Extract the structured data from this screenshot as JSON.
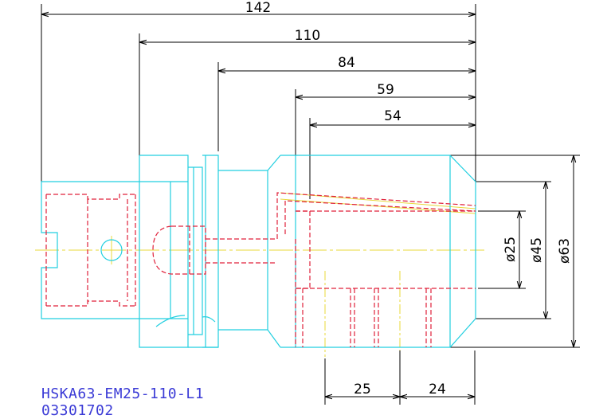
{
  "dimensions": {
    "horizontal": [
      "142",
      "110",
      "84",
      "59",
      "54"
    ],
    "vertical": [
      "ø25",
      "ø45",
      "ø63"
    ],
    "bottom": [
      "25",
      "24"
    ]
  },
  "title_block": {
    "part_number": "HSKA63-EM25-110-L1",
    "code": "03301702"
  },
  "colors": {
    "outline": "#22cfe0",
    "hidden": "#e0203a",
    "centerline": "#e8d83a",
    "dimension": "#000000",
    "title_text": "#3a3ad6"
  }
}
